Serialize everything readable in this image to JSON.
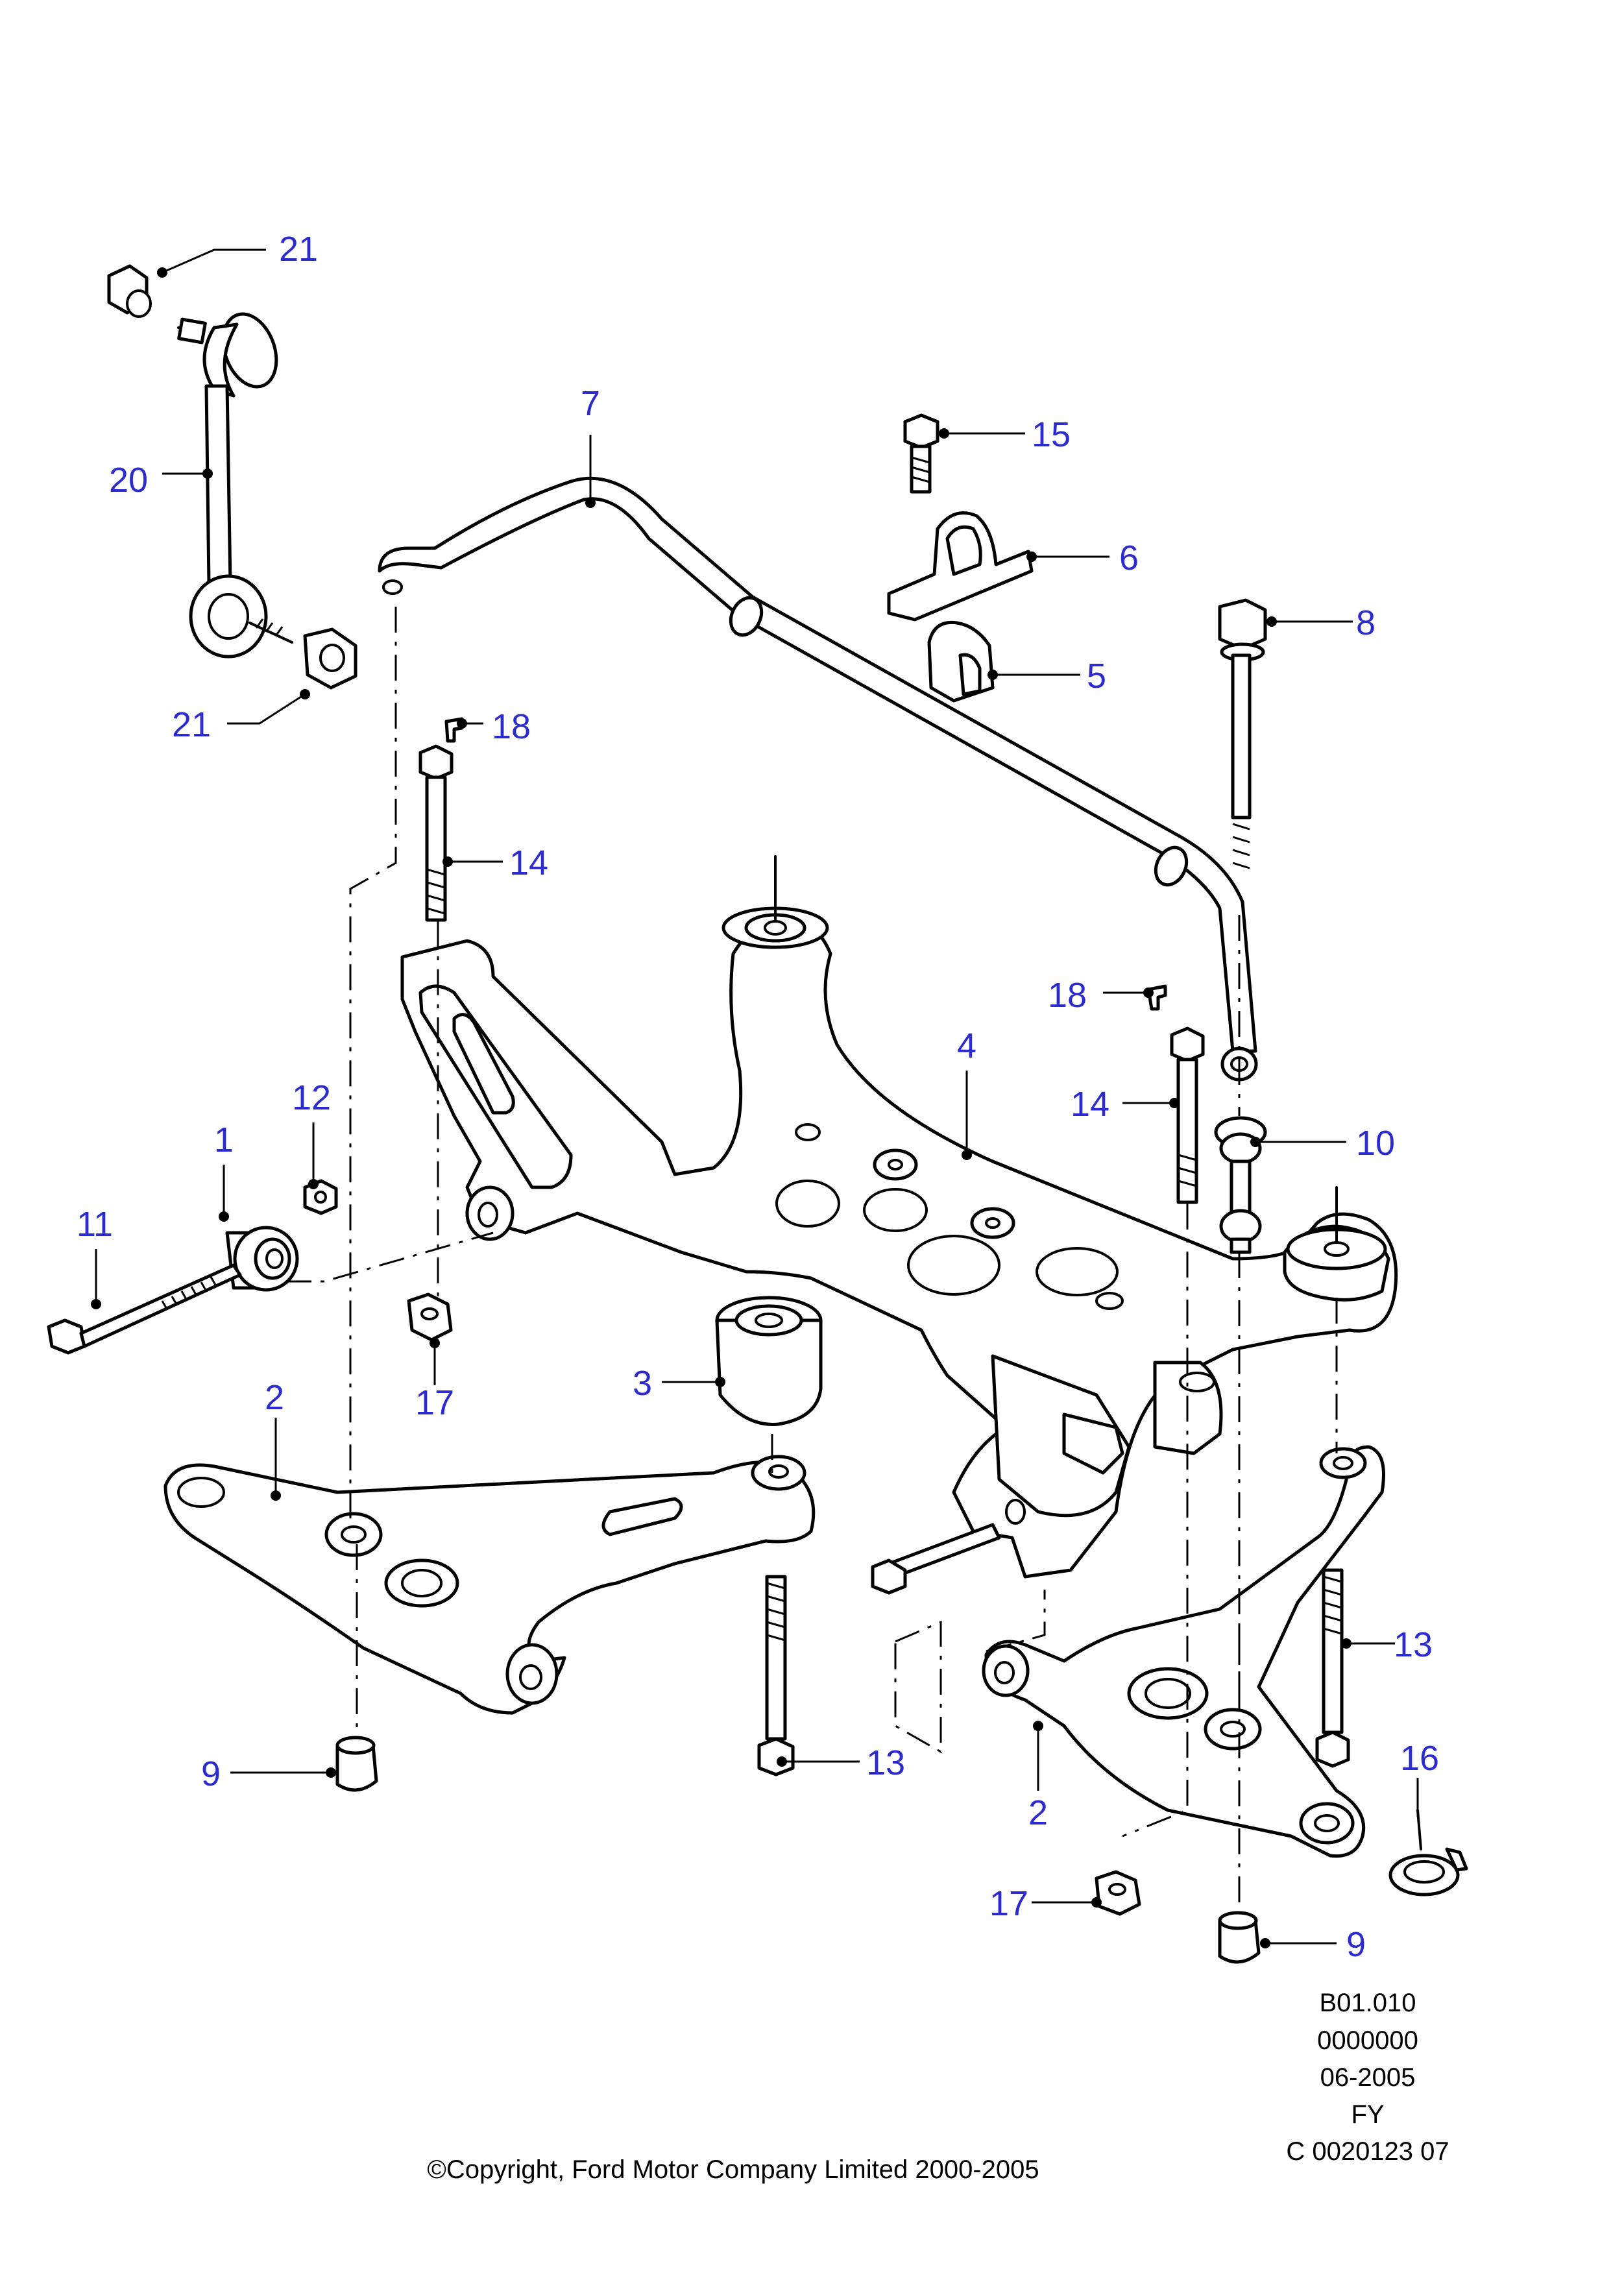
{
  "diagram": {
    "callouts": [
      {
        "id": "c21a",
        "label": "21"
      },
      {
        "id": "c20",
        "label": "20"
      },
      {
        "id": "c21b",
        "label": "21"
      },
      {
        "id": "c7",
        "label": "7"
      },
      {
        "id": "c15",
        "label": "15"
      },
      {
        "id": "c6",
        "label": "6"
      },
      {
        "id": "c8",
        "label": "8"
      },
      {
        "id": "c5",
        "label": "5"
      },
      {
        "id": "c18a",
        "label": "18"
      },
      {
        "id": "c14a",
        "label": "14"
      },
      {
        "id": "c18b",
        "label": "18"
      },
      {
        "id": "c4",
        "label": "4"
      },
      {
        "id": "c14b",
        "label": "14"
      },
      {
        "id": "c12",
        "label": "12"
      },
      {
        "id": "c1",
        "label": "1"
      },
      {
        "id": "c10",
        "label": "10"
      },
      {
        "id": "c11",
        "label": "11"
      },
      {
        "id": "c17a",
        "label": "17"
      },
      {
        "id": "c3",
        "label": "3"
      },
      {
        "id": "c2a",
        "label": "2"
      },
      {
        "id": "c13a",
        "label": "13"
      },
      {
        "id": "c13b",
        "label": "13"
      },
      {
        "id": "c9a",
        "label": "9"
      },
      {
        "id": "c16",
        "label": "16"
      },
      {
        "id": "c2b",
        "label": "2"
      },
      {
        "id": "c17b",
        "label": "17"
      },
      {
        "id": "c9b",
        "label": "9"
      }
    ]
  },
  "meta_block": {
    "line1": "B01.010",
    "line2": "0000000",
    "line3": "06-2005",
    "line4": "FY",
    "line5": "C 0020123 07"
  },
  "copyright": "©Copyright, Ford Motor Company Limited 2000-2005",
  "colors": {
    "callout": "#2b2bd0",
    "line": "#000000",
    "background": "#ffffff"
  }
}
